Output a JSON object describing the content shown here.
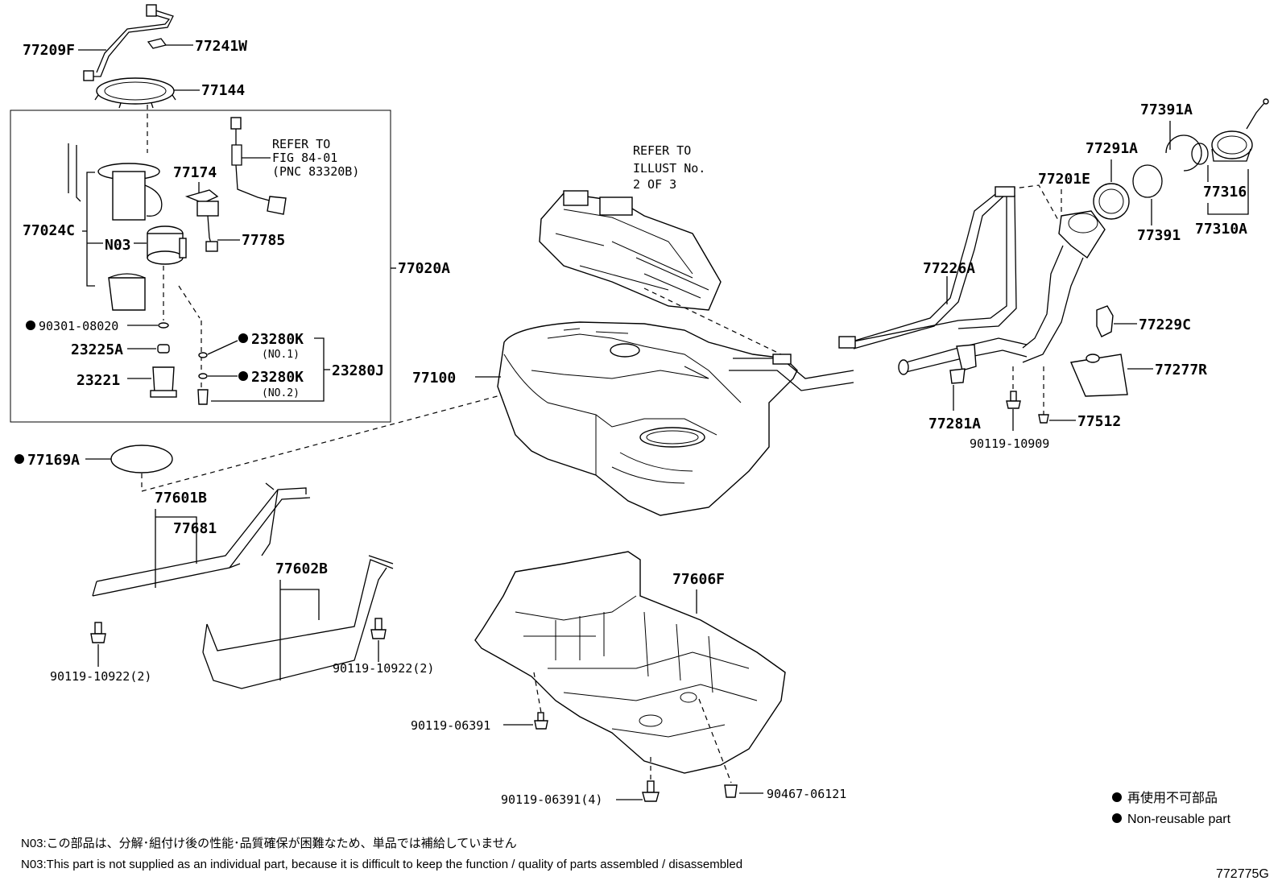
{
  "diagram": {
    "part_labels": {
      "p77209F": "77209F",
      "p77241W": "77241W",
      "p77144": "77144",
      "p77174": "77174",
      "p77785": "77785",
      "p77024C": "77024C",
      "pN03": "N03",
      "p77020A": "77020A",
      "p90301": "90301-08020",
      "p23225A": "23225A",
      "p23221": "23221",
      "p23280K_1": "23280K",
      "p23280K_1_sub": "(NO.1)",
      "p23280K_2": "23280K",
      "p23280K_2_sub": "(NO.2)",
      "p23280J": "23280J",
      "p77169A": "77169A",
      "p77601B": "77601B",
      "p77681": "77681",
      "p90119_10922a": "90119-10922(2)",
      "p77602B": "77602B",
      "p90119_10922b": "90119-10922(2)",
      "p77100": "77100",
      "p77606F": "77606F",
      "p90119_06391": "90119-06391",
      "p90119_06391_4": "90119-06391(4)",
      "p90467": "90467-06121",
      "p77391A": "77391A",
      "p77291A": "77291A",
      "p77201E": "77201E",
      "p77316": "77316",
      "p77391": "77391",
      "p77310A": "77310A",
      "p77226A": "77226A",
      "p77229C": "77229C",
      "p77277R": "77277R",
      "p77281A": "77281A",
      "p77512": "77512",
      "p90119_10909": "90119-10909"
    },
    "refer_fig": [
      "REFER TO",
      "FIG 84-01",
      "(PNC 83320B)"
    ],
    "refer_illust": [
      "REFER TO",
      "ILLUST No.",
      "2 OF 3"
    ],
    "legend": {
      "jp": "再使用不可部品",
      "en": "Non-reusable part"
    },
    "notes": {
      "jp": "N03:この部品は、分解･組付け後の性能･品質確保が困難なため、単品では補給していません",
      "en": "N03:This part is not supplied as an individual part, because it is difficult to keep the function / quality of parts assembled / disassembled"
    },
    "figure_code": "772775G"
  }
}
